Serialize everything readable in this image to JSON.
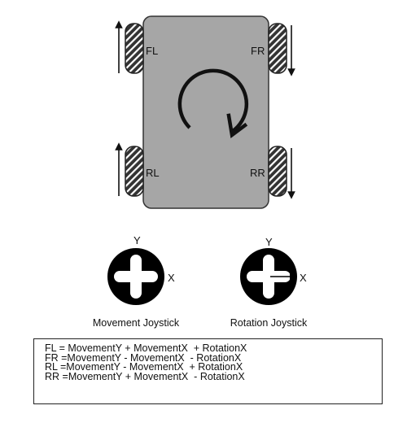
{
  "colors": {
    "chassis_fill": "#a6a6a6",
    "chassis_stroke": "#333333",
    "wheel_fill": "#333333",
    "joystick_fill": "#000000",
    "joystick_cross": "#ffffff"
  },
  "robot": {
    "wheels": {
      "fl": {
        "label": "FL",
        "arrow": "up"
      },
      "fr": {
        "label": "FR",
        "arrow": "down"
      },
      "rl": {
        "label": "RL",
        "arrow": "up"
      },
      "rr": {
        "label": "RR",
        "arrow": "down"
      }
    },
    "rotation_symbol": "clockwise-arrow-icon"
  },
  "joysticks": {
    "movement": {
      "caption": "Movement Joystick",
      "y_label": "Y",
      "x_label": "X"
    },
    "rotation": {
      "caption": "Rotation Joystick",
      "y_label": "Y",
      "x_label": "X"
    }
  },
  "formulas": [
    "FL = MovementY + MovementX  + RotationX",
    "FR =MovementY - MovementX  - RotationX",
    "RL =MovementY - MovementX  + RotationX",
    "RR =MovementY + MovementX  - RotationX"
  ]
}
